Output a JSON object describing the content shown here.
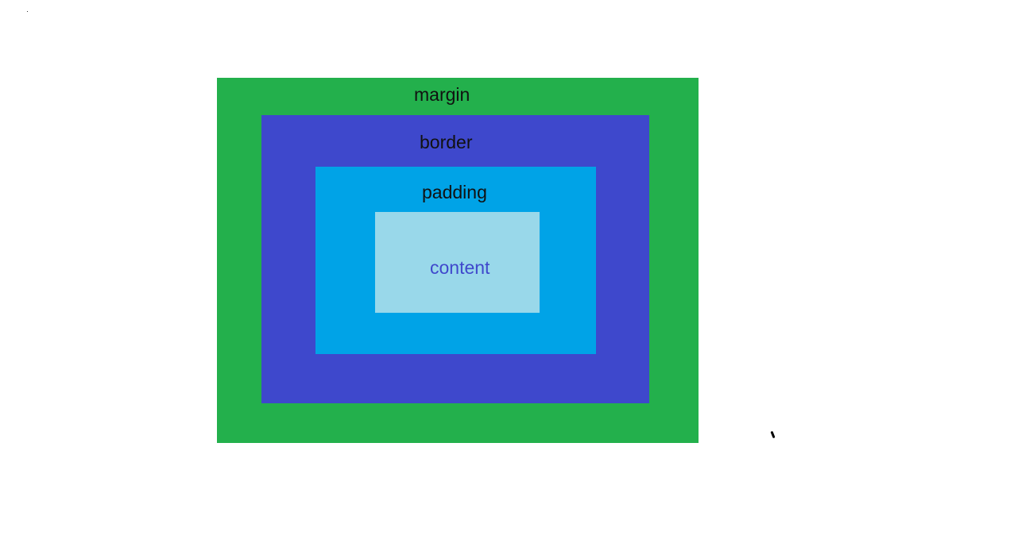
{
  "diagram": {
    "layers": [
      {
        "id": "margin",
        "label": "margin",
        "fill": "#23b04c",
        "text_color": "#111111"
      },
      {
        "id": "border",
        "label": "border",
        "fill": "#3e48cc",
        "text_color": "#111111"
      },
      {
        "id": "padding",
        "label": "padding",
        "fill": "#00a3e7",
        "text_color": "#111111"
      },
      {
        "id": "content",
        "label": "content",
        "fill": "#99d8ea",
        "text_color": "#3f48cc"
      }
    ]
  }
}
